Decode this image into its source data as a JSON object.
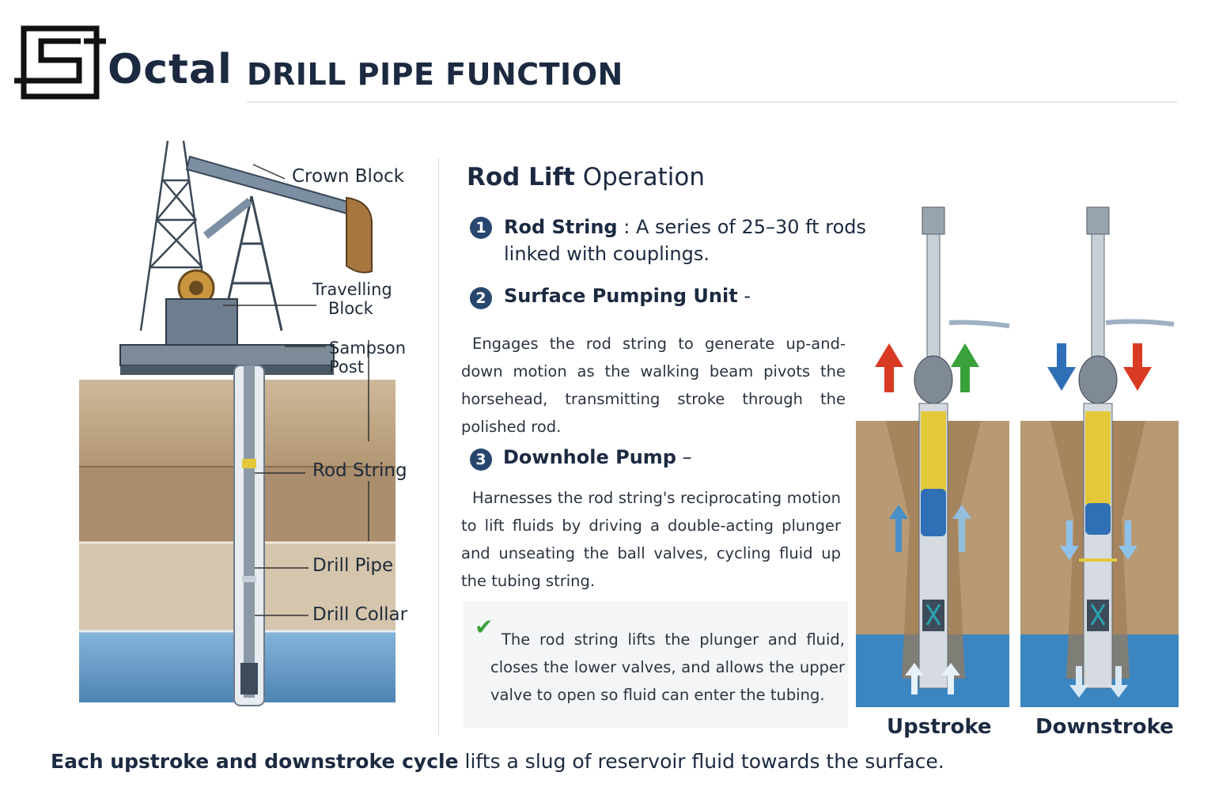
{
  "header": {
    "brand": "Octal",
    "title": "DRILL PIPE FUNCTION"
  },
  "diagram_labels": {
    "crown_block": "Crown Block",
    "travelling_block": [
      "Travelling",
      "Block"
    ],
    "sampson_post": [
      "Sampson",
      "Post"
    ],
    "rod_string": "Rod String",
    "drill_pipe": "Drill Pipe",
    "drill_collar": "Drill Collar"
  },
  "section": {
    "title_bold": "Rod Lift",
    "title_rest": " Operation",
    "items": [
      {
        "number": "1",
        "head": "Rod String",
        "sep": " : ",
        "text_line1": "A series of 25–30 ft rods",
        "text_line2": "linked with couplings."
      },
      {
        "number": "2",
        "head": "Surface Pumping Unit",
        "sep": " -",
        "body": "Engages the rod string to generate up-and-down motion as the walking beam pivots the horsehead, transmitting stroke through the polished rod."
      },
      {
        "number": "3",
        "head": "Downhole Pump",
        "sep": " –",
        "body": "Harnesses the rod string's reciprocating motion to lift fluids by driving a double-acting plunger and unseating the ball valves, cycling fluid up the tubing string."
      }
    ],
    "note": "The rod string lifts the plunger and fluid, closes the lower valves, and allows the upper valve to open so fluid can enter the tubing."
  },
  "pump_panels": {
    "upstroke": "Upstroke",
    "downstroke": "Downstroke"
  },
  "footer": {
    "bold": "Each upstroke and downstroke cycle",
    "rest": " lifts a slug of reservoir fluid towards the surface."
  },
  "colors": {
    "navy": "#1b2a41",
    "badge": "#27476e",
    "arrow_red": "#d93a23",
    "arrow_green": "#3aa13a",
    "arrow_blue": "#2f6fb5",
    "pipe_yellow": "#e3c93a",
    "water": "#3b86c1",
    "soil": "#b79a74"
  }
}
